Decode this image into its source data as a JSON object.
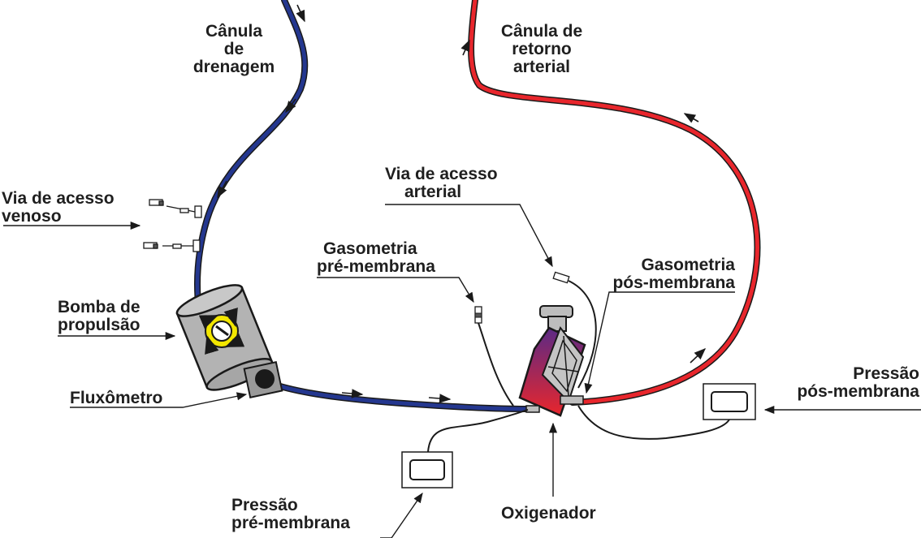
{
  "labels": {
    "drainage_cannula": [
      "Cânula",
      "de",
      "drenagem"
    ],
    "arterial_return_cannula": [
      "Cânula de",
      "retorno",
      "arterial"
    ],
    "venous_access": [
      "Via de acesso",
      "venoso"
    ],
    "arterial_access": [
      "Via de acesso",
      "arterial"
    ],
    "pre_membrane_gas": [
      "Gasometria",
      "pré-membrana"
    ],
    "post_membrane_gas": [
      "Gasometria",
      "pós-membrana"
    ],
    "pump": [
      "Bomba de",
      "propulsão"
    ],
    "flowmeter": [
      "Fluxômetro"
    ],
    "post_membrane_pressure": [
      "Pressão",
      "pós-membrana"
    ],
    "pre_membrane_pressure": [
      "Pressão",
      "pré-membrana"
    ],
    "oxygenator": [
      "Oxigenador"
    ]
  },
  "colors": {
    "venous_line": "#24378f",
    "arterial_line": "#e8262c",
    "outline": "#1a1a1a",
    "pump_body": "#b3b3b3",
    "pump_rotor": "#f2e600",
    "oxygenator_gradient_top": "#5b2a86",
    "oxygenator_gradient_bottom": "#e8262c",
    "oxygenator_core": "#c4c4c4",
    "text": "#1f1f1f"
  },
  "icons": [
    "pump-rotor-icon",
    "flow-arrow-icon",
    "pressure-monitor-icon",
    "access-port-icon"
  ]
}
